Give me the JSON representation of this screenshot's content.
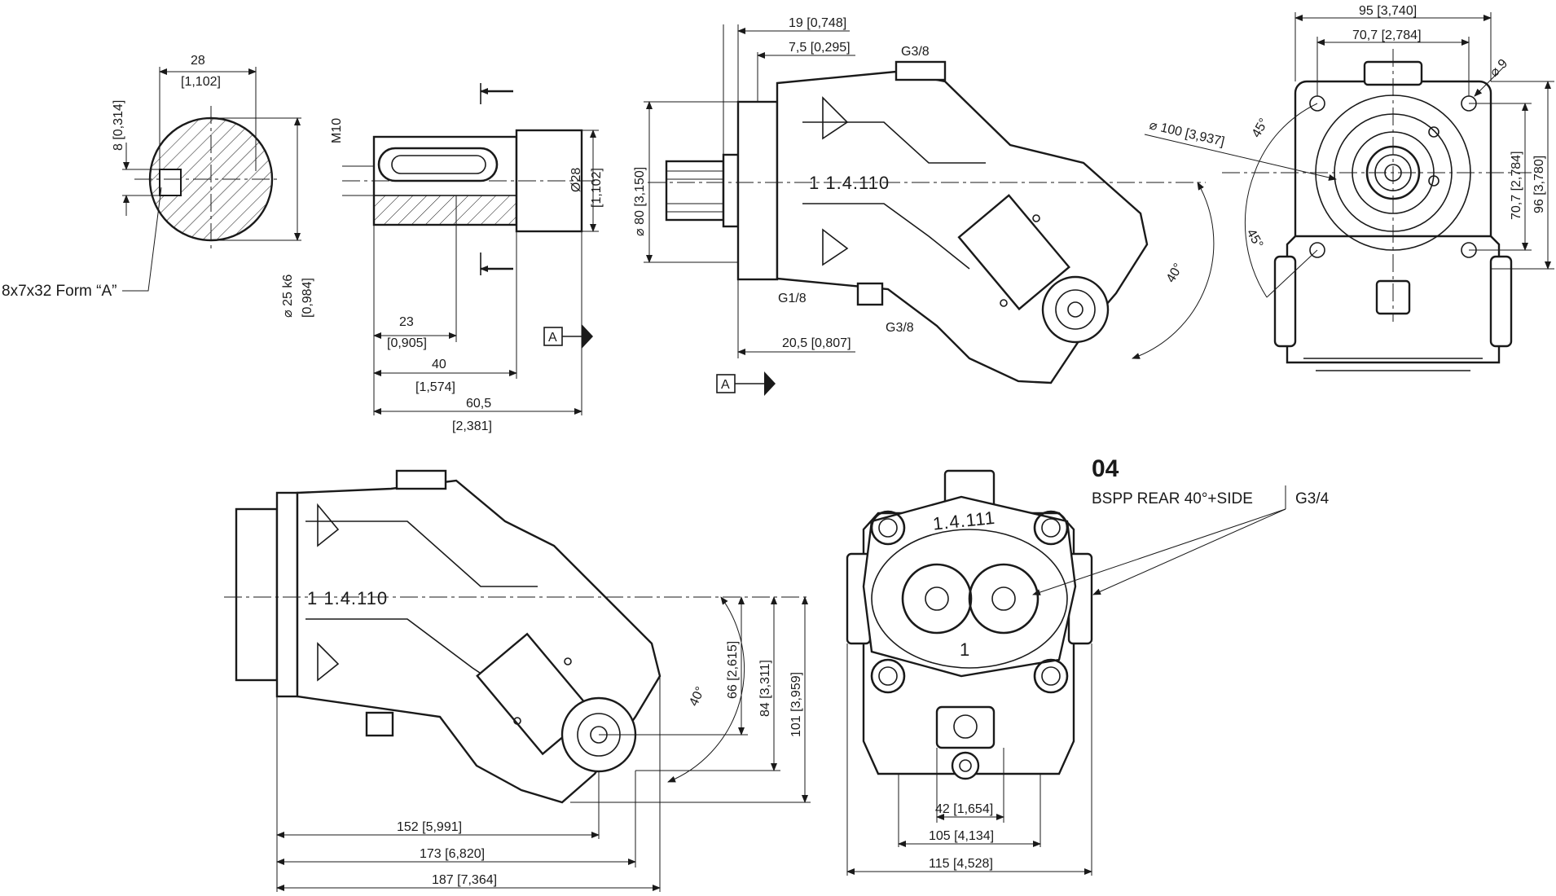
{
  "shaft_key": {
    "width_label": "28",
    "width_label_in": "[1,102]",
    "key_height_label": "8 [0,314]",
    "diameter_label": "⌀ 25 k6",
    "diameter_label_in": "[0,984]",
    "key_spec": "8x7x32 Form “A”"
  },
  "shaft_side": {
    "thread_label": "M10",
    "diameter_label": "Ø28",
    "diameter_label_in": "[1,102]",
    "d23": "23",
    "d23_in": "[0,905]",
    "d40": "40",
    "d40_in": "[1,574]",
    "d60": "60,5",
    "d60_in": "[2,381]",
    "datum": "A"
  },
  "top_view": {
    "d19": "19 [0,748]",
    "d75": "7,5 [0,295]",
    "port_top": "G3/8",
    "diameter80": "⌀ 80 [3,150]",
    "marking": "1    1.4.110",
    "port_g18": "G1/8",
    "port_bottom": "G3/8",
    "d205": "20,5 [0,807]",
    "datum": "A",
    "angle": "40°"
  },
  "front_view": {
    "d95": "95 [3,740]",
    "d707_top": "70,7 [2,784]",
    "hole_dia": "⌀ 9",
    "d100": "⌀ 100 [3,937]",
    "angle_top": "45°",
    "angle_bottom": "45°",
    "d707_side": "70,7 [2,784]",
    "d96": "96 [3,780]"
  },
  "bottom_left": {
    "marking": "1    1.4.110",
    "angle": "40°",
    "d66": "66 [2,615]",
    "d84": "84 [3,311]",
    "d101": "101 [3,959]",
    "d152": "152 [5,991]",
    "d173": "173 [6,820]",
    "d187": "187 [7,364]"
  },
  "bottom_right": {
    "code": "04",
    "port_type": "BSPP REAR 40°+SIDE",
    "port_size": "G3/4",
    "marking": "1.4.111",
    "port_number": "1",
    "d42": "42 [1,654]",
    "d105": "105 [4,134]",
    "d115": "115 [4,528]"
  }
}
